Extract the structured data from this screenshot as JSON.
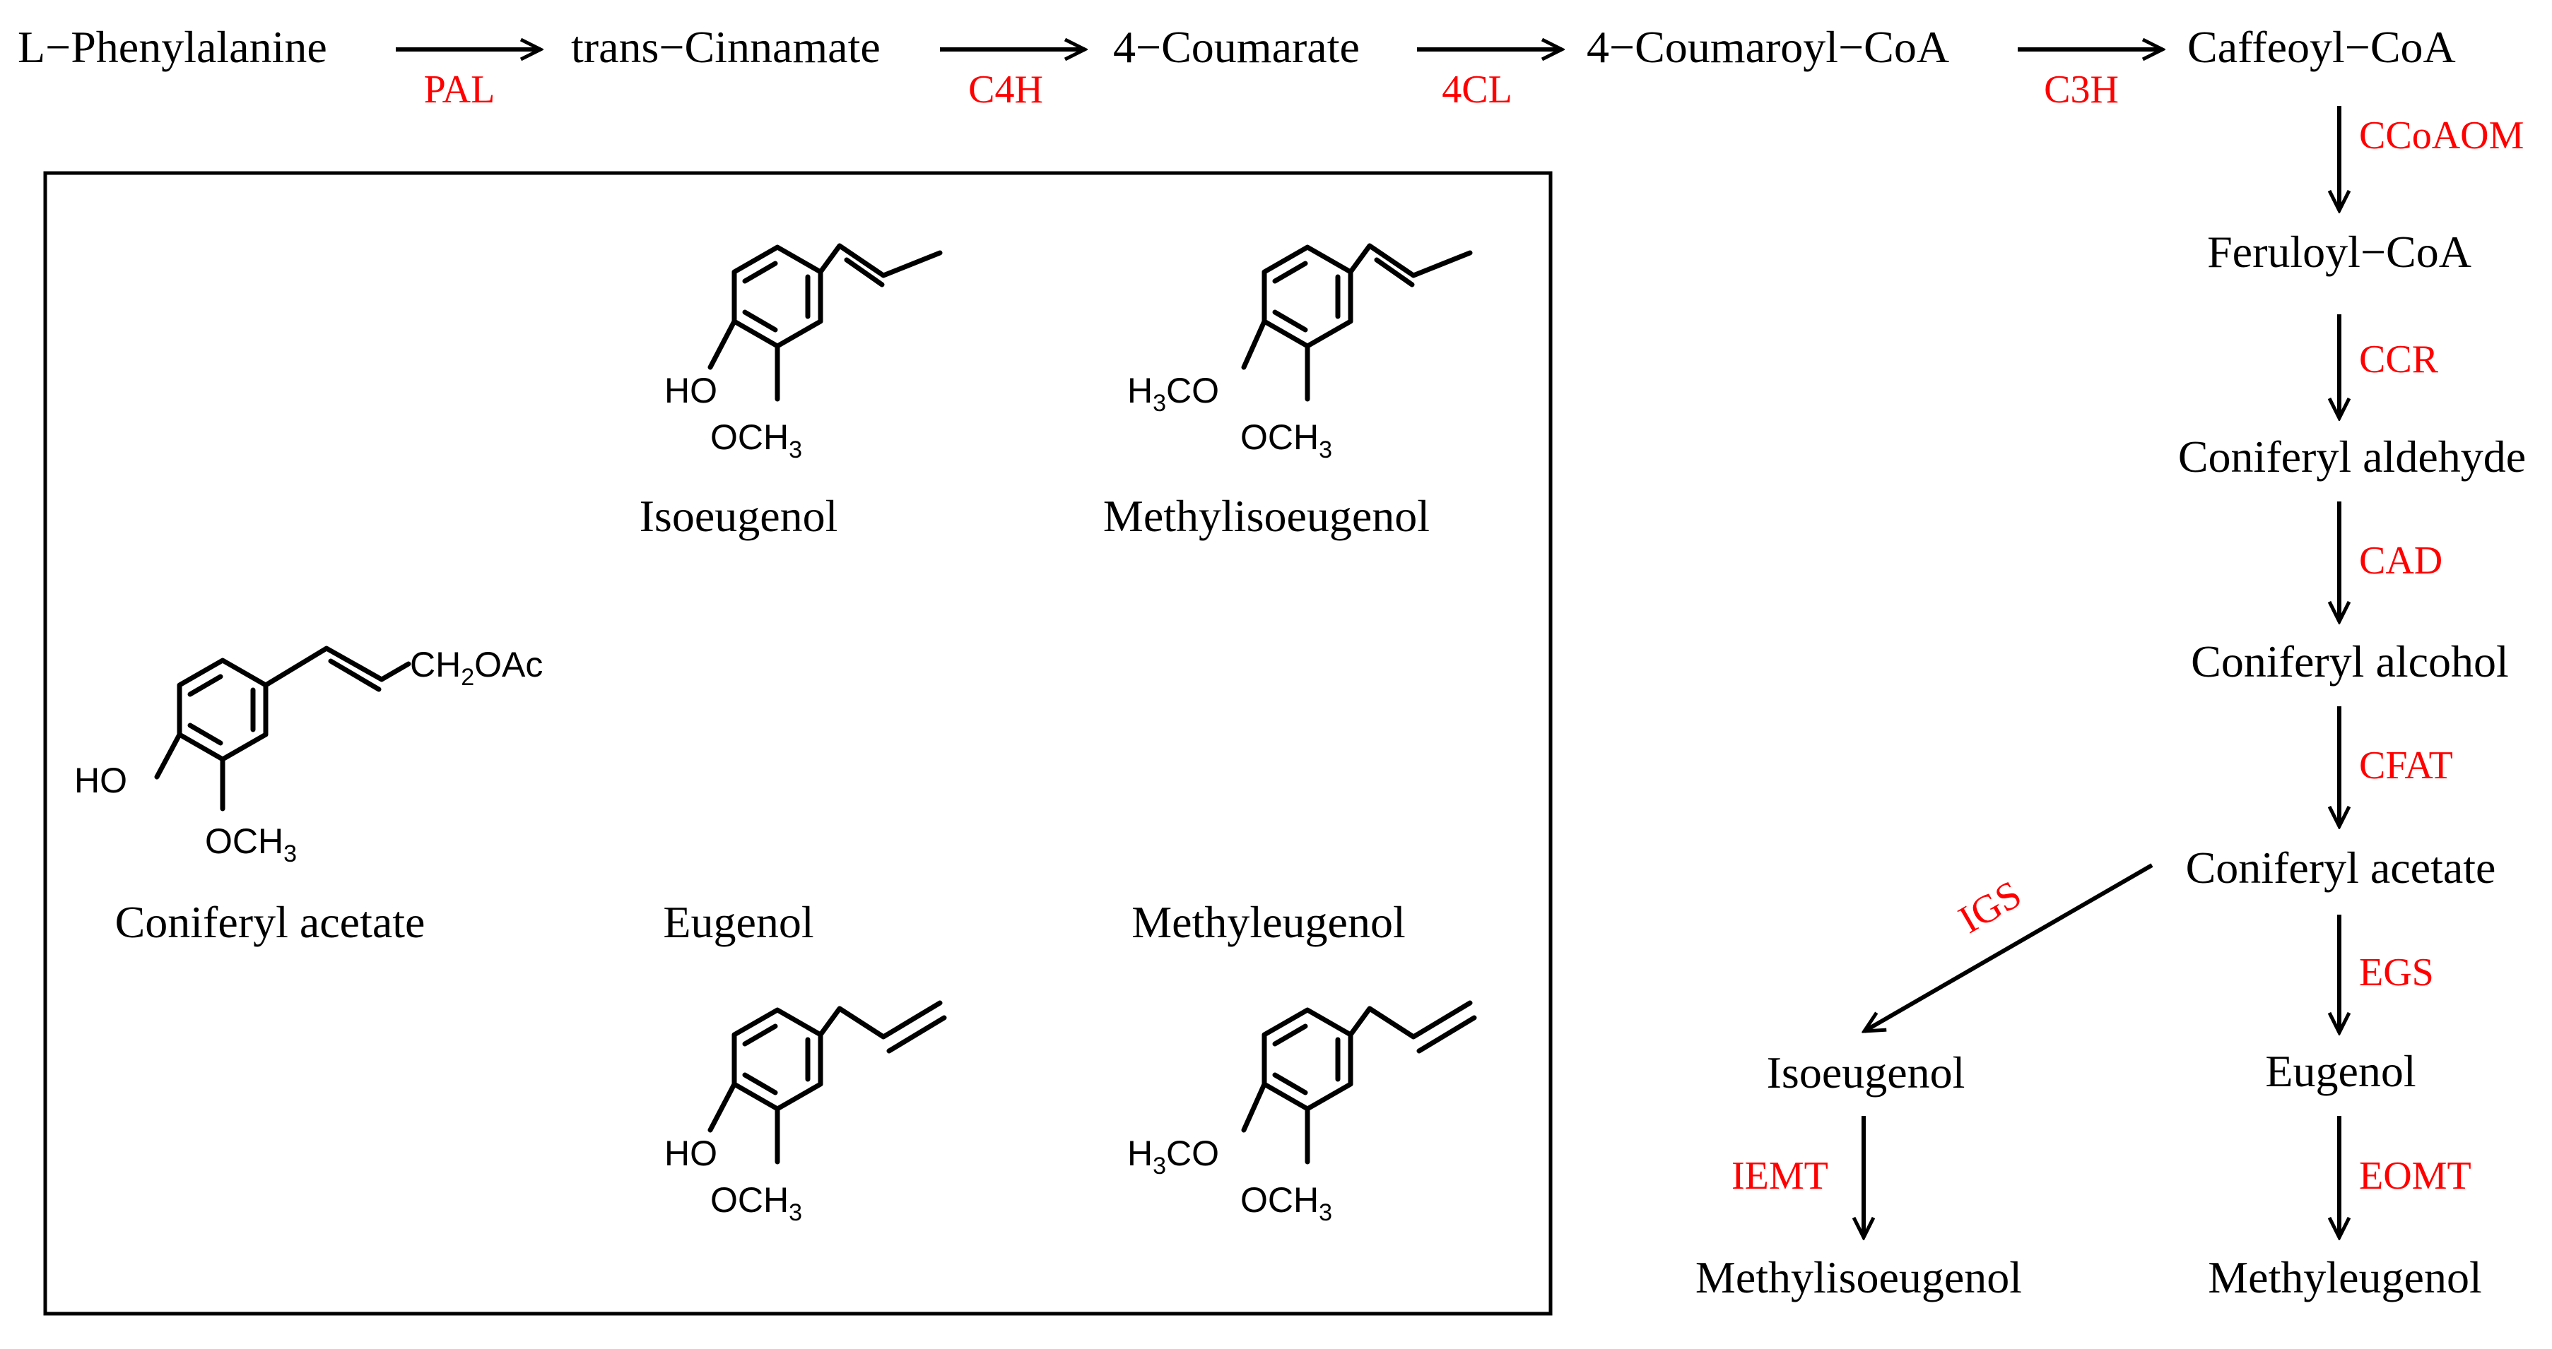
{
  "colors": {
    "text": "#000000",
    "enzyme": "#ff0000",
    "line": "#000000",
    "background": "#ffffff"
  },
  "pathway": {
    "compounds": {
      "l_phenylalanine": "L−Phenylalanine",
      "trans_cinnamate": "trans−Cinnamate",
      "coumarate": "4−Coumarate",
      "coumaroyl_coa": "4−Coumaroyl−CoA",
      "caffeoyl_coa": "Caffeoyl−CoA",
      "feruloyl_coa": "Feruloyl−CoA",
      "coniferyl_aldehyde": "Coniferyl aldehyde",
      "coniferyl_alcohol": "Coniferyl alcohol",
      "coniferyl_acetate": "Coniferyl acetate",
      "isoeugenol": "Isoeugenol",
      "eugenol": "Eugenol",
      "methylisoeugenol": "Methylisoeugenol",
      "methyleugenol": "Methyleugenol"
    },
    "enzymes": {
      "pal": "PAL",
      "c4h": "C4H",
      "fourcl": "4CL",
      "c3h": "C3H",
      "ccoaom": "CCoAOM",
      "ccr": "CCR",
      "cad": "CAD",
      "cfat": "CFAT",
      "igs": "IGS",
      "egs": "EGS",
      "iemt": "IEMT",
      "eomt": "EOMT"
    }
  },
  "structures": {
    "names": {
      "isoeugenol": "Isoeugenol",
      "methylisoeugenol": "Methylisoeugenol",
      "coniferyl_acetate": "Coniferyl acetate",
      "eugenol": "Eugenol",
      "methyleugenol": "Methyleugenol"
    },
    "groups": {
      "ho": "HO",
      "h3co_h": "H",
      "h3co_3": "3",
      "h3co_co": "CO",
      "och3_och": "OCH",
      "och3_3": "3",
      "ch2oac_ch": "CH",
      "ch2oac_2": "2",
      "ch2oac_oac": "OAc"
    }
  }
}
